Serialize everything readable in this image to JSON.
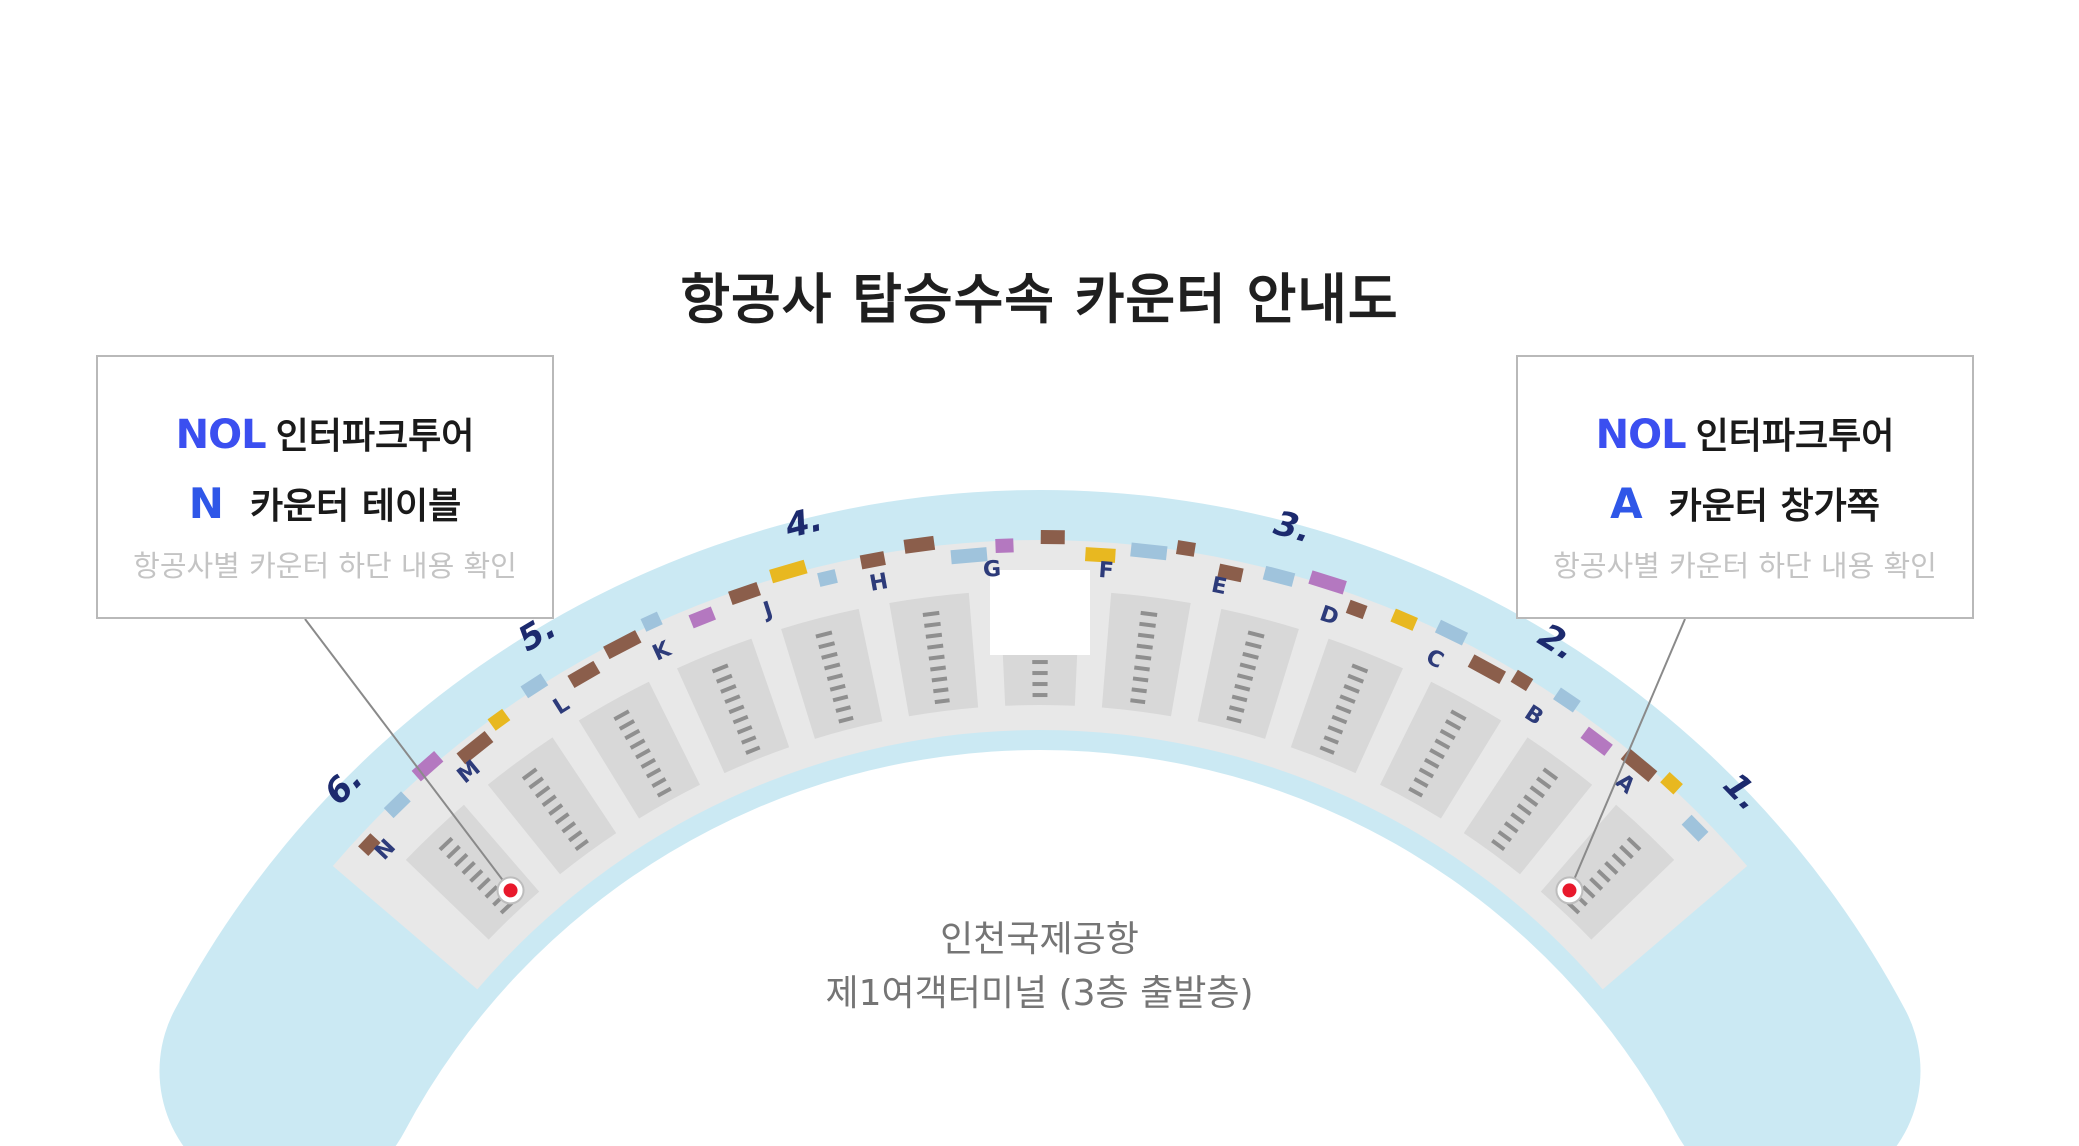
{
  "title": "항공사 탑승수속 카운터 안내도",
  "callouts": {
    "left": {
      "brand": "NOL",
      "brand_text": "인터파크투어",
      "counter_letter": "N",
      "counter_text": "카운터 테이블",
      "note": "항공사별 카운터 하단 내용 확인"
    },
    "right": {
      "brand": "NOL",
      "brand_text": "인터파크투어",
      "counter_letter": "A",
      "counter_text": "카운터 창가쪽",
      "note": "항공사별 카운터 하단 내용 확인"
    }
  },
  "terminal": {
    "line1": "인천국제공항",
    "line2": "제1여객터미널 (3층 출발층)"
  },
  "map": {
    "zones": [
      "6.",
      "5.",
      "4.",
      "3.",
      "2.",
      "1."
    ],
    "counters": [
      "N",
      "M",
      "L",
      "K",
      "J",
      "H",
      "G",
      "F",
      "E",
      "D",
      "C",
      "B",
      "A"
    ],
    "markers": [
      "N",
      "A"
    ],
    "colors": {
      "water": "#cbe9f3",
      "floor": "#e8e8e8",
      "island": "#d8d8d8",
      "zone_label": "#1c2a6e",
      "counter_label": "#2d3b7a",
      "marker": "#e8192c",
      "brand_blue": "#3b4ff0"
    }
  }
}
